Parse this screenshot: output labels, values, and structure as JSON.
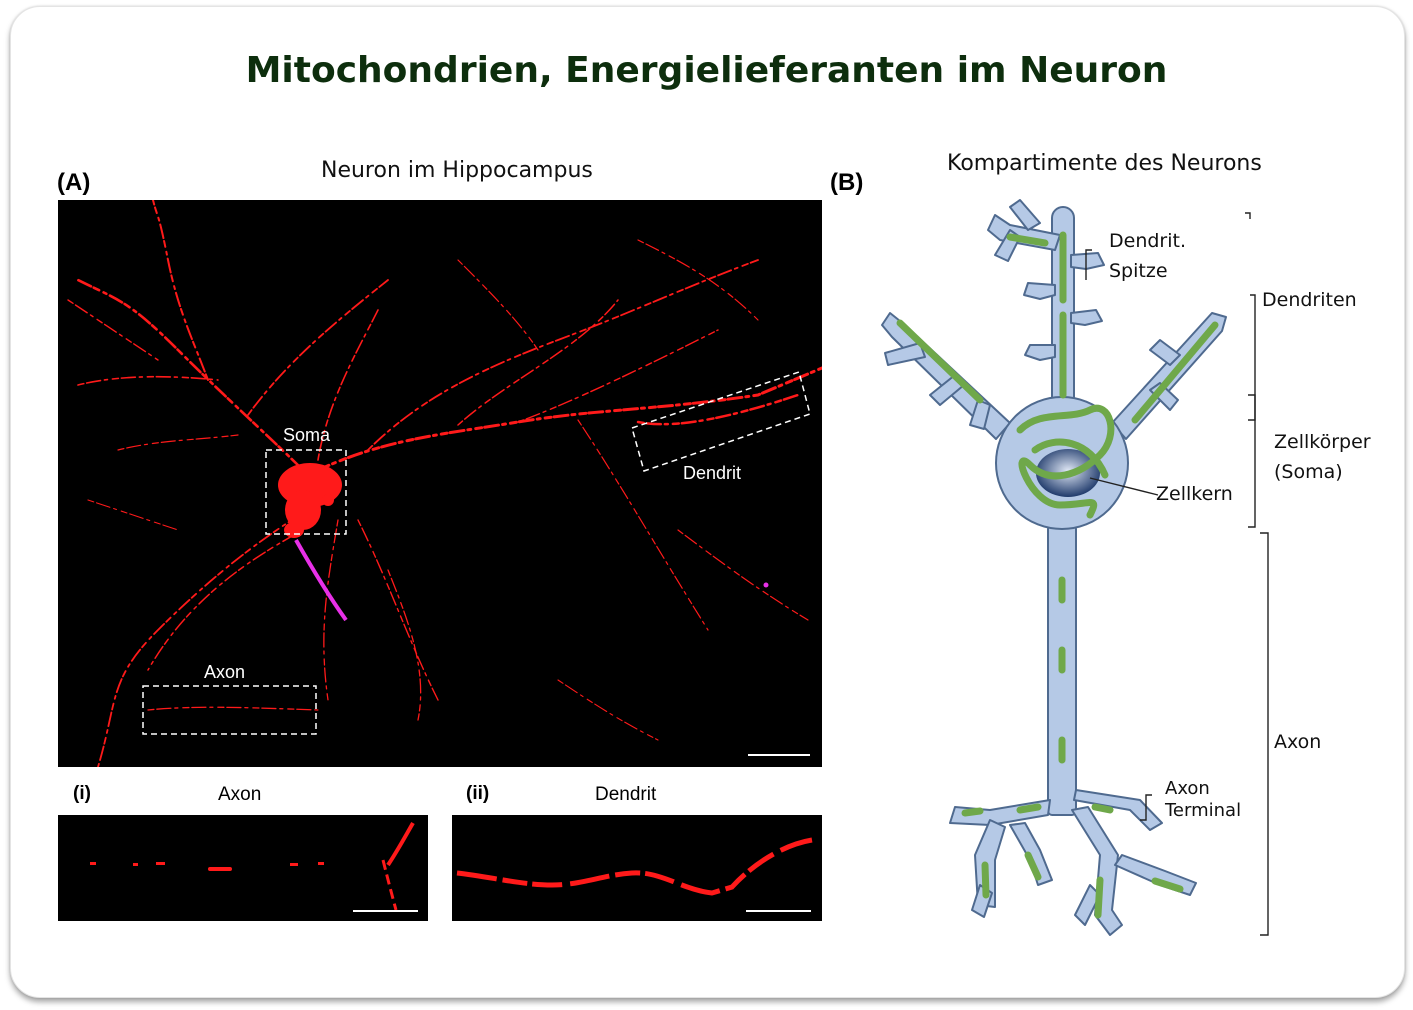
{
  "title": "Mitochondrien, Energielieferanten im Neuron",
  "panel_a": {
    "letter": "(A)",
    "subtitle": "Neuron im Hippocampus",
    "labels": {
      "soma": "Soma",
      "dendrite": "Dendrit",
      "axon": "Axon"
    },
    "insets": [
      {
        "tag": "(i)",
        "label": "Axon"
      },
      {
        "tag": "(ii)",
        "label": "Dendrit"
      }
    ],
    "colors": {
      "mitochondria": "#ff1a1a",
      "axon_stain": "#e830e8",
      "background": "#000000"
    }
  },
  "panel_b": {
    "letter": "(B)",
    "subtitle": "Kompartimente des Neurons",
    "labels": {
      "dendrite_tip": [
        "Dendrit.",
        "Spitze"
      ],
      "nucleus": "Zellkern",
      "axon_terminal": [
        "Axon",
        "Terminal"
      ]
    },
    "compartments": {
      "dendrites": "Dendriten",
      "soma": [
        "Zellkörper",
        "(Soma)"
      ],
      "axon": "Axon"
    },
    "colors": {
      "membrane": "#b5c9e6",
      "mitochondria": "#6fa84a",
      "nucleus": "#1f3a6b"
    }
  }
}
